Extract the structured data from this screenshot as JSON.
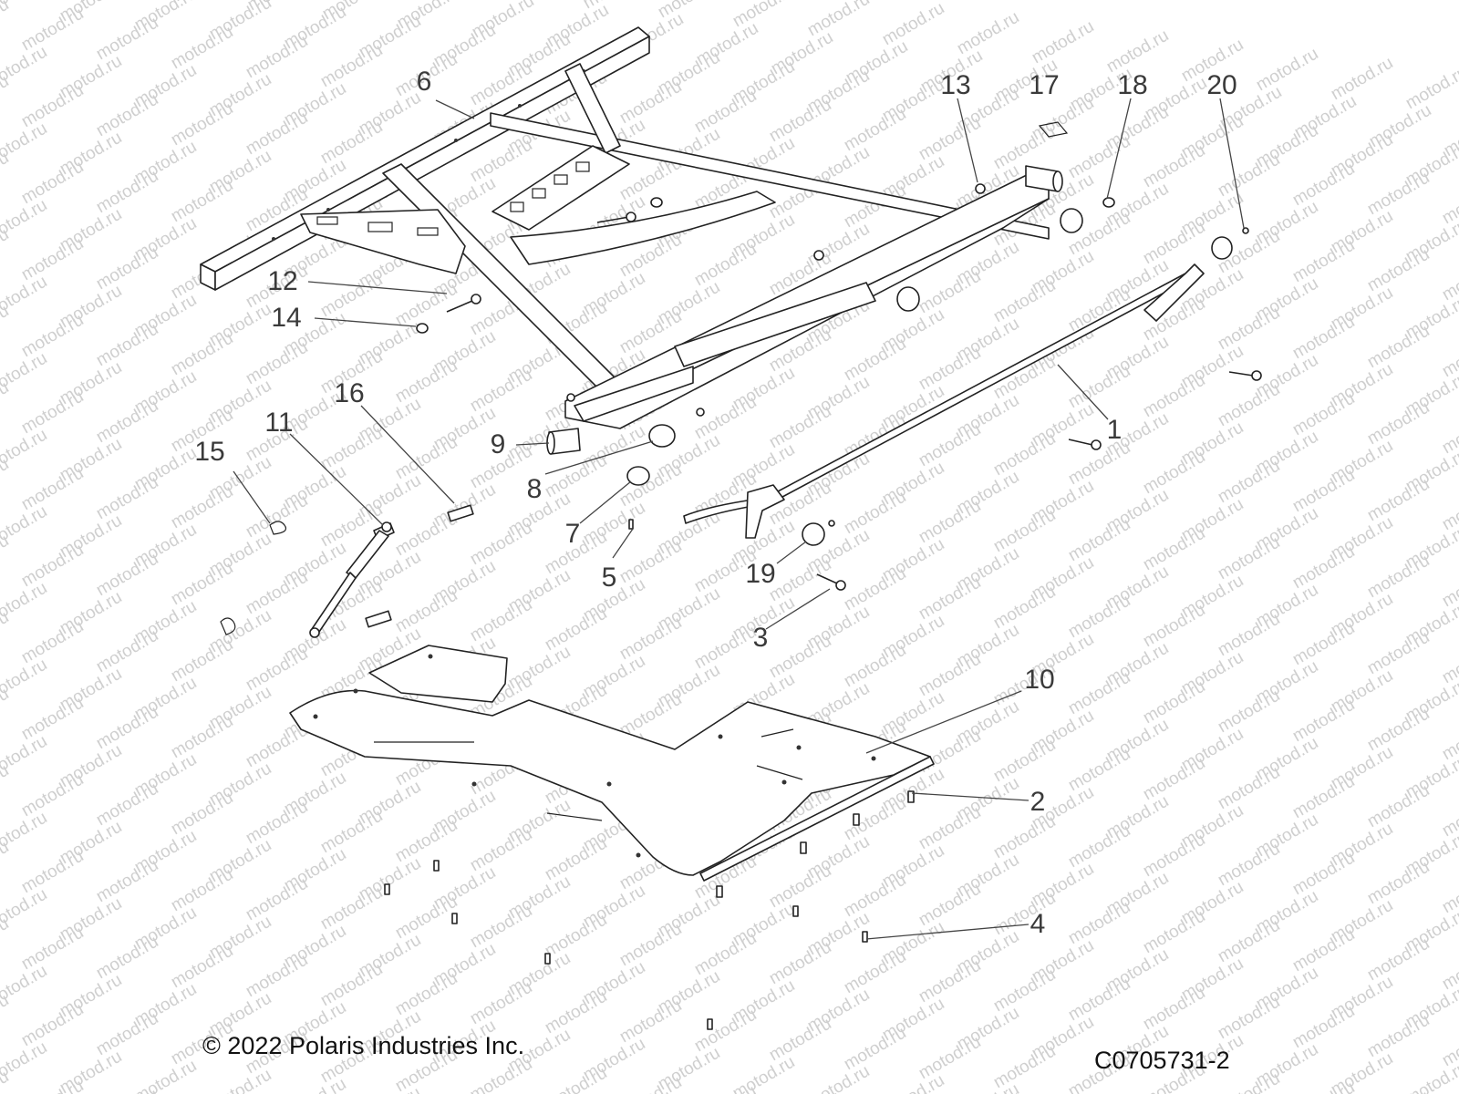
{
  "watermark": {
    "text": "motod.ru"
  },
  "parts_callouts": [
    {
      "id": "c1",
      "label": "1"
    },
    {
      "id": "c2",
      "label": "2"
    },
    {
      "id": "c3",
      "label": "3"
    },
    {
      "id": "c4",
      "label": "4"
    },
    {
      "id": "c5",
      "label": "5"
    },
    {
      "id": "c6",
      "label": "6"
    },
    {
      "id": "c7",
      "label": "7"
    },
    {
      "id": "c8",
      "label": "8"
    },
    {
      "id": "c9",
      "label": "9"
    },
    {
      "id": "c10",
      "label": "10"
    },
    {
      "id": "c11",
      "label": "11"
    },
    {
      "id": "c12",
      "label": "12"
    },
    {
      "id": "c13",
      "label": "13"
    },
    {
      "id": "c14",
      "label": "14"
    },
    {
      "id": "c15",
      "label": "15"
    },
    {
      "id": "c16",
      "label": "16"
    },
    {
      "id": "c17",
      "label": "17"
    },
    {
      "id": "c18",
      "label": "18"
    },
    {
      "id": "c19",
      "label": "19"
    },
    {
      "id": "c20",
      "label": "20"
    }
  ],
  "footer": {
    "copyright": "© 2022 Polaris Industries Inc.",
    "drawing_code": "C0705731-2"
  },
  "colors": {
    "line": "#222222",
    "watermark": "#cfcfcf",
    "text": "#3a3a3a"
  }
}
